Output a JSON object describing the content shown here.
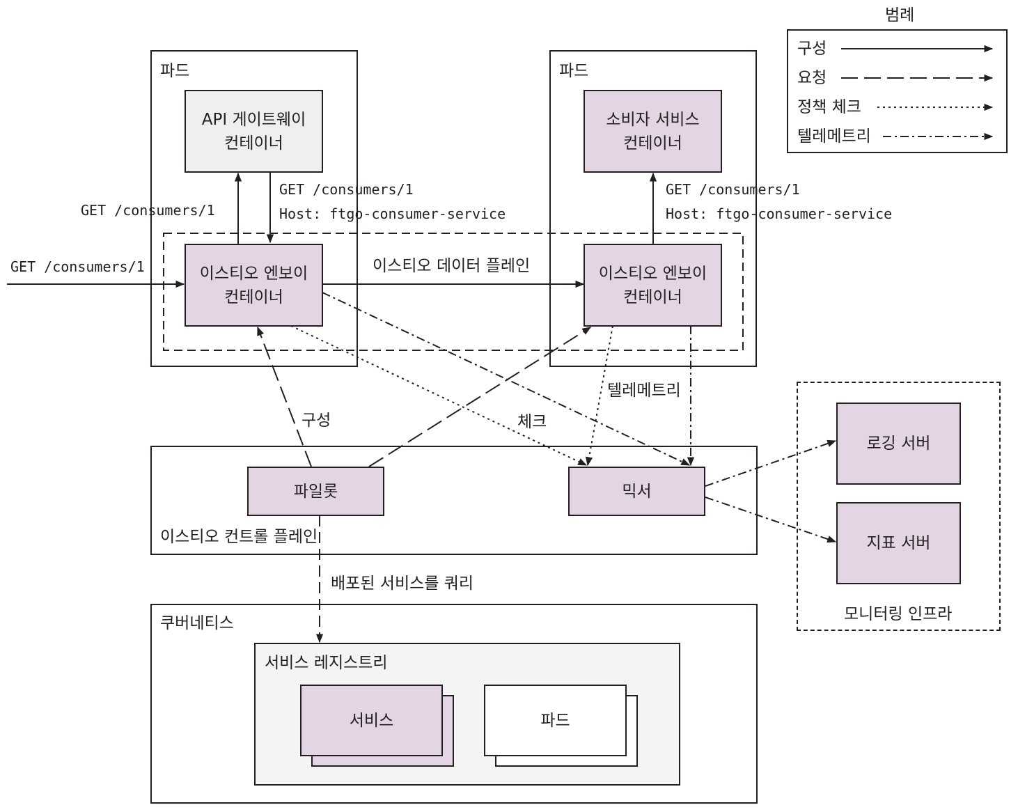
{
  "legend": {
    "title": "범례",
    "items": [
      {
        "label": "구성",
        "style": "solid"
      },
      {
        "label": "요청",
        "style": "dashed"
      },
      {
        "label": "정책 체크",
        "style": "dotted"
      },
      {
        "label": "텔레메트리",
        "style": "dashdot"
      }
    ]
  },
  "pod_left": {
    "title": "파드",
    "gateway": [
      "API 게이트웨이",
      "컨테이너"
    ],
    "envoy": [
      "이스티오 엔보이",
      "컨테이너"
    ]
  },
  "pod_right": {
    "title": "파드",
    "consumer": [
      "소비자 서비스",
      "컨테이너"
    ],
    "envoy": [
      "이스티오 엔보이",
      "컨테이너"
    ]
  },
  "data_plane_label": "이스티오 데이터 플레인",
  "requests": {
    "incoming": "GET /consumers/1",
    "gateway_out": "GET /consumers/1",
    "to_envoy_line1": "GET /consumers/1",
    "to_envoy_line2": "Host: ftgo-consumer-service",
    "to_consumer_line1": "GET /consumers/1",
    "to_consumer_line2": "Host: ftgo-consumer-service"
  },
  "edge_labels": {
    "config": "구성",
    "check": "체크",
    "telemetry": "텔레메트리",
    "query": "배포된 서비스를 쿼리"
  },
  "control_plane": {
    "label": "이스티오 컨트롤 플레인",
    "pilot": "파일롯",
    "mixer": "믹서"
  },
  "monitoring": {
    "label": "모니터링 인프라",
    "logging": "로깅 서버",
    "metrics": "지표 서버"
  },
  "kubernetes": {
    "label": "쿠버네티스",
    "registry": "서비스 레지스트리",
    "service": "서비스",
    "pod": "파드"
  },
  "colors": {
    "purple_fill": "#e3d5e3",
    "gray_fill": "#eef0ee",
    "stroke": "#231f20"
  }
}
